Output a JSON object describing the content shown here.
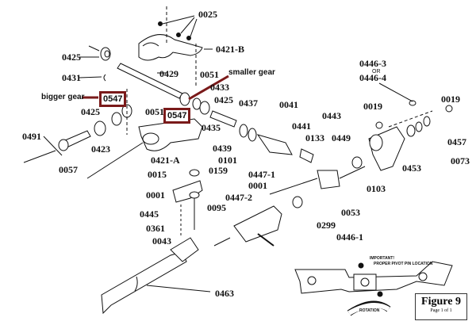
{
  "figure": {
    "title": "Figure 9",
    "subtitle": "Page 1 of 1"
  },
  "annotations": {
    "bigger_gear": "bigger gear",
    "smaller_gear": "smaller gear",
    "bigger_gear_part": "0547",
    "smaller_gear_part": "0547",
    "highlight_color": "#7a1a1a"
  },
  "inset": {
    "important_line1": "IMPORTANT!",
    "important_line2": "PROPER PIVOT PIN LOCATION",
    "rotation": "ROTATION"
  },
  "labels": {
    "p0025": "0025",
    "p0421b": "0421-B",
    "p0425a": "0425",
    "p0431": "0431",
    "p0429": "0429",
    "p0051a": "0051",
    "p0433": "0433",
    "p0425b": "0425",
    "p0425c": "0425",
    "p0051b": "0051",
    "p0435": "0435",
    "p0437": "0437",
    "p0041": "0041",
    "p0441": "0441",
    "p0443": "0443",
    "p0133": "0133",
    "p0449": "0449",
    "p0439": "0439",
    "p0101": "0101",
    "p0491": "0491",
    "p0423": "0423",
    "p0057": "0057",
    "p0421a": "0421-A",
    "p0015": "0015",
    "p0159": "0159",
    "p0001a": "0001",
    "p0445": "0445",
    "p0095": "0095",
    "p0361": "0361",
    "p0043": "0043",
    "p0447_1": "0447-1",
    "p0001b": "0001",
    "p0447_2": "0447-2",
    "p0103": "0103",
    "p0053": "0053",
    "p0299": "0299",
    "p0446_1": "0446-1",
    "p0446_3": "0446-3",
    "p0446_or": "OR",
    "p0446_4": "0446-4",
    "p0019a": "0019",
    "p0019b": "0019",
    "p0457": "0457",
    "p0453": "0453",
    "p0073": "0073",
    "p0463": "0463"
  }
}
